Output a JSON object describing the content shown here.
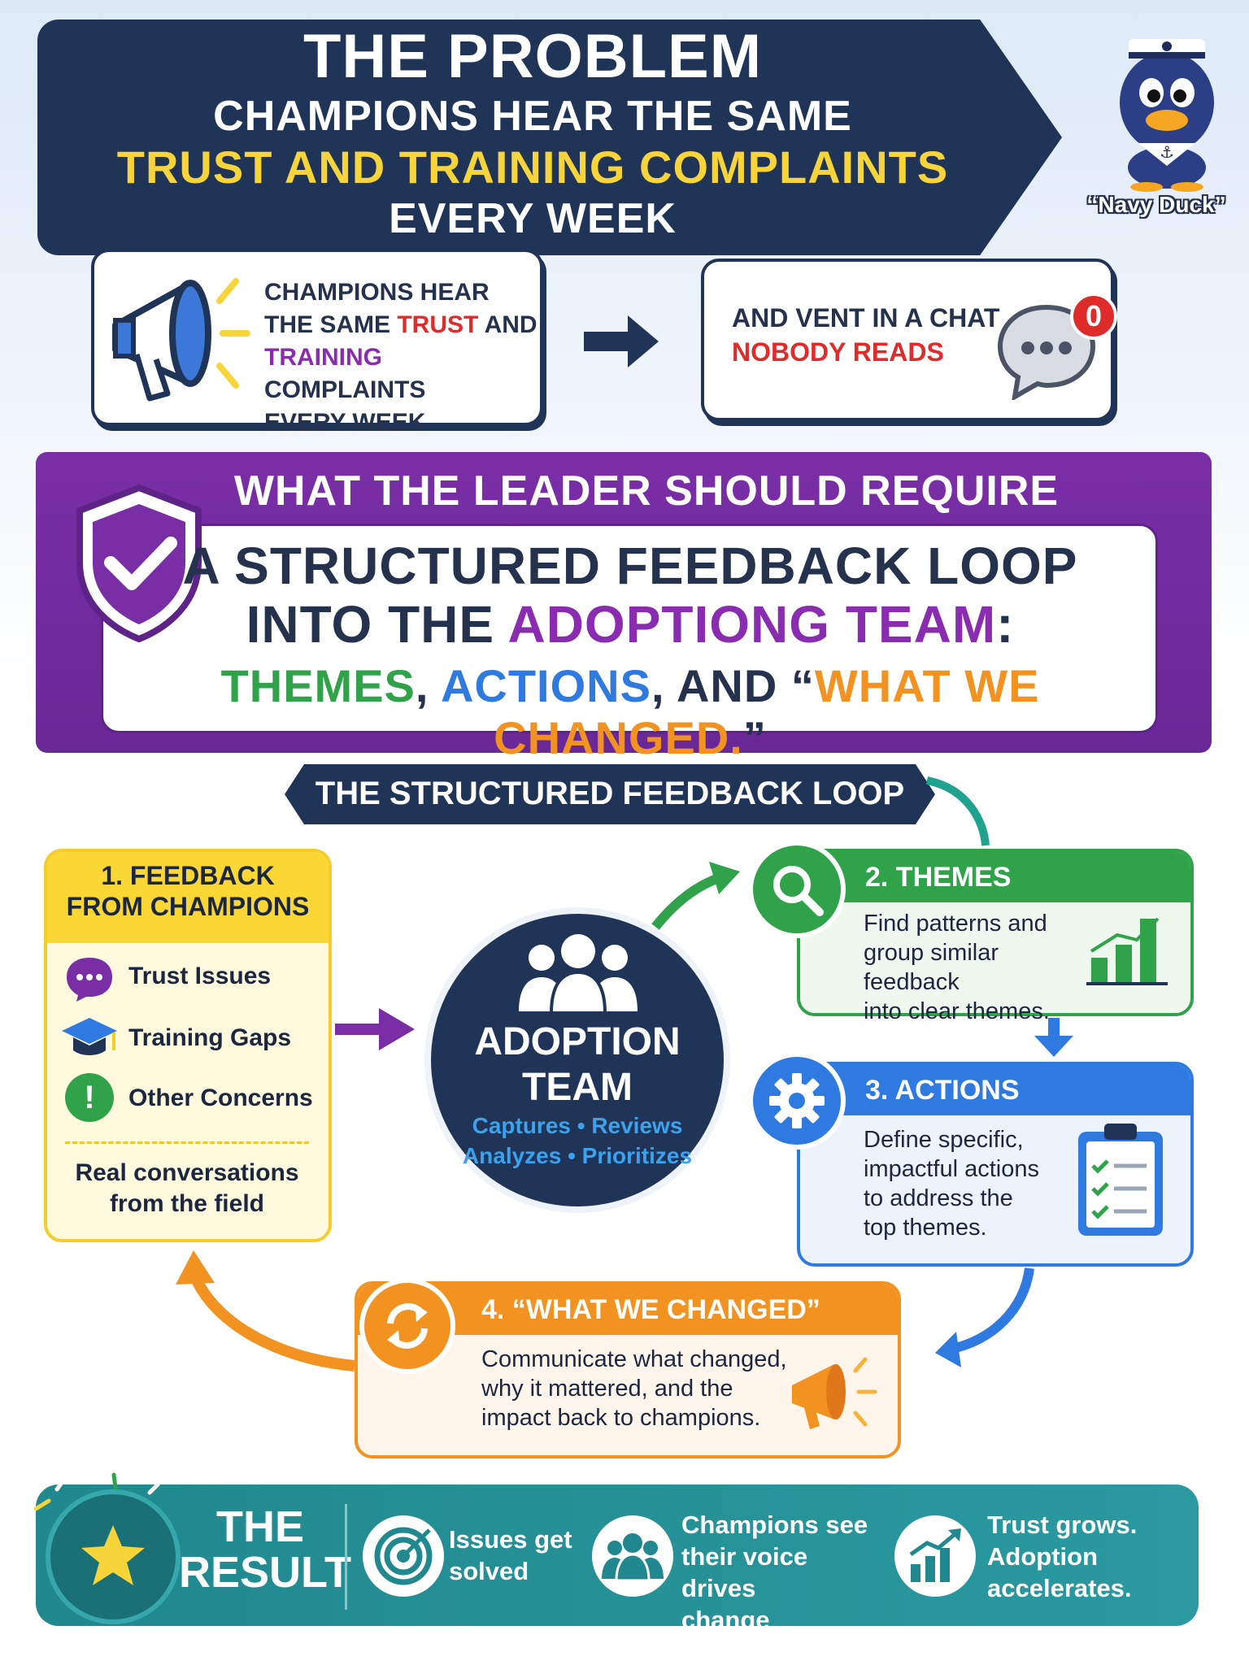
{
  "header": {
    "title": "THE PROBLEM",
    "line1": "CHAMPIONS HEAR THE SAME",
    "line2": "TRUST AND TRAINING COMPLAINTS",
    "line3": "EVERY WEEK"
  },
  "mascot": {
    "caption": "“Navy Duck”"
  },
  "problem": {
    "left": {
      "l1": "CHAMPIONS HEAR",
      "l2a": "THE SAME ",
      "l2b": "TRUST",
      "l2c": " AND",
      "l3a": "TRAINING",
      "l3b": " COMPLAINTS",
      "l4": "EVERY WEEK"
    },
    "right": {
      "l1": "AND VENT IN A CHAT",
      "l2": "NOBODY READS",
      "badge": "0"
    }
  },
  "leader": {
    "title": "WHAT THE LEADER SHOULD REQUIRE",
    "line1": "A STRUCTURED FEEDBACK LOOP",
    "line2a": "INTO THE ",
    "line2b": "ADOPTIONG TEAM",
    "line2c": ":",
    "line3a": "THEMES",
    "line3b": ", ",
    "line3c": "ACTIONS",
    "line3d": ", AND “",
    "line3e": "WHAT WE CHANGED.",
    "line3f": "”"
  },
  "loop": {
    "ribbon": "THE STRUCTURED FEEDBACK LOOP",
    "feedback": {
      "title": "1. FEEDBACK\nFROM CHAMPIONS",
      "title1": "1. FEEDBACK",
      "title2": "FROM CHAMPIONS",
      "items": [
        "Trust Issues",
        "Training Gaps",
        "Other Concerns"
      ],
      "foot1": "Real conversations",
      "foot2": "from the field"
    },
    "team": {
      "title1": "ADOPTION",
      "title2": "TEAM",
      "sub1": "Captures • Reviews",
      "sub2": "Analyzes • Prioritizes"
    },
    "themes": {
      "title": "2. THEMES",
      "body": [
        "Find patterns and",
        "group similar feedback",
        "into clear themes."
      ]
    },
    "actions": {
      "title": "3. ACTIONS",
      "body": [
        "Define specific,",
        "impactful actions",
        "to address the",
        "top themes."
      ]
    },
    "changed": {
      "title": "4. “WHAT WE CHANGED”",
      "body": [
        "Communicate what changed,",
        "why it mattered, and the",
        "impact back to champions."
      ]
    }
  },
  "result": {
    "title1": "THE",
    "title2": "RESULT",
    "items": [
      {
        "l1": "Issues get",
        "l2": "solved",
        "l3": ""
      },
      {
        "l1": "Champions see",
        "l2": "their voice drives",
        "l3": "change"
      },
      {
        "l1": "Trust grows.",
        "l2": "Adoption",
        "l3": "accelerates."
      }
    ]
  },
  "colors": {
    "navy": "#1f3457",
    "purple": "#7a2ea6",
    "yellow": "#fbd736",
    "green": "#2fa24a",
    "blue": "#2f7ae0",
    "orange": "#f29321",
    "teal": "#20888e",
    "red": "#e02b2b"
  }
}
